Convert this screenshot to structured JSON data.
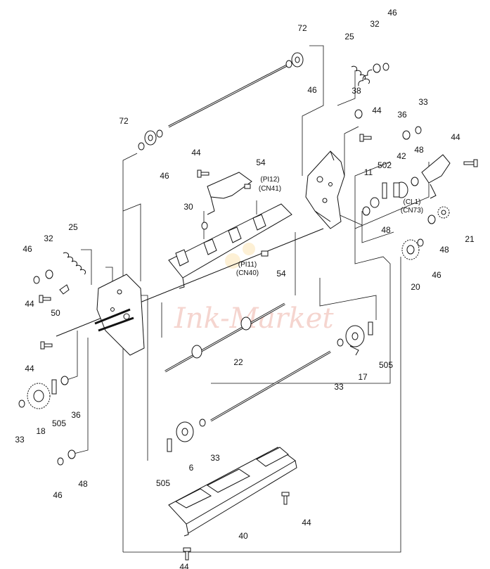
{
  "colors": {
    "stroke": "#111111",
    "part_fill": "#ffffff",
    "shade": "#cfcfcf",
    "watermark": "#f2c7c0",
    "watermark_dot_blue": "#c9dcf3",
    "watermark_dot_yellow": "#fbe3b2"
  },
  "watermark": {
    "text": "Ink-Market"
  },
  "callouts": {
    "c72_top": "72",
    "c46_top_right": "46",
    "c25_top": "25",
    "c32_top": "32",
    "c46_top_right_b": "46",
    "c38": "38",
    "c44_top": "44",
    "c36_top": "36",
    "c33_top": "33",
    "c44_right": "44",
    "c72_left": "72",
    "c46_left": "46",
    "c44_mid": "44",
    "c54_top": "54",
    "c_pi12": "(PI12)",
    "c_cn41": "(CN41)",
    "c11": "11",
    "c502": "502",
    "c42": "42",
    "c48_top": "48",
    "c_cl1": "(CL1)",
    "c_cn73": "(CN73)",
    "c48_mid": "48",
    "c30": "30",
    "c25_left": "25",
    "c32_left": "32",
    "c46_left_b": "46",
    "c_pi11": "(PI11)",
    "c_cn40": "(CN40)",
    "c54_mid": "54",
    "c21": "21",
    "c48_right": "48",
    "c46_right": "46",
    "c20": "20",
    "c50": "50",
    "c44_left": "44",
    "c22": "22",
    "c44_left_b": "44",
    "c505_right": "505",
    "c33_mid": "33",
    "c17": "17",
    "c36_left": "36",
    "c505_left": "505",
    "c18": "18",
    "c33_left": "33",
    "c6": "6",
    "c33_center": "33",
    "c505_center": "505",
    "c46_bottom": "46",
    "c48_bottom": "48",
    "c44_bottom_right": "44",
    "c40": "40",
    "c44_bottom": "44"
  }
}
